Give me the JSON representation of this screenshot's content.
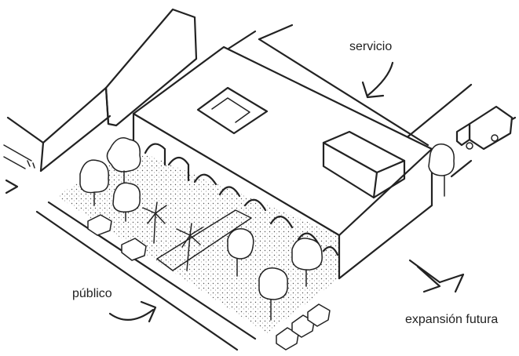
{
  "labels": {
    "service": "servicio",
    "public": "público",
    "expansion": "expansión futura"
  },
  "colors": {
    "ink": "#222222",
    "paper": "#ffffff"
  },
  "icons": [
    "service-arrow",
    "public-arrow",
    "expansion-arrow",
    "truck",
    "car",
    "tree",
    "palm-tree"
  ]
}
